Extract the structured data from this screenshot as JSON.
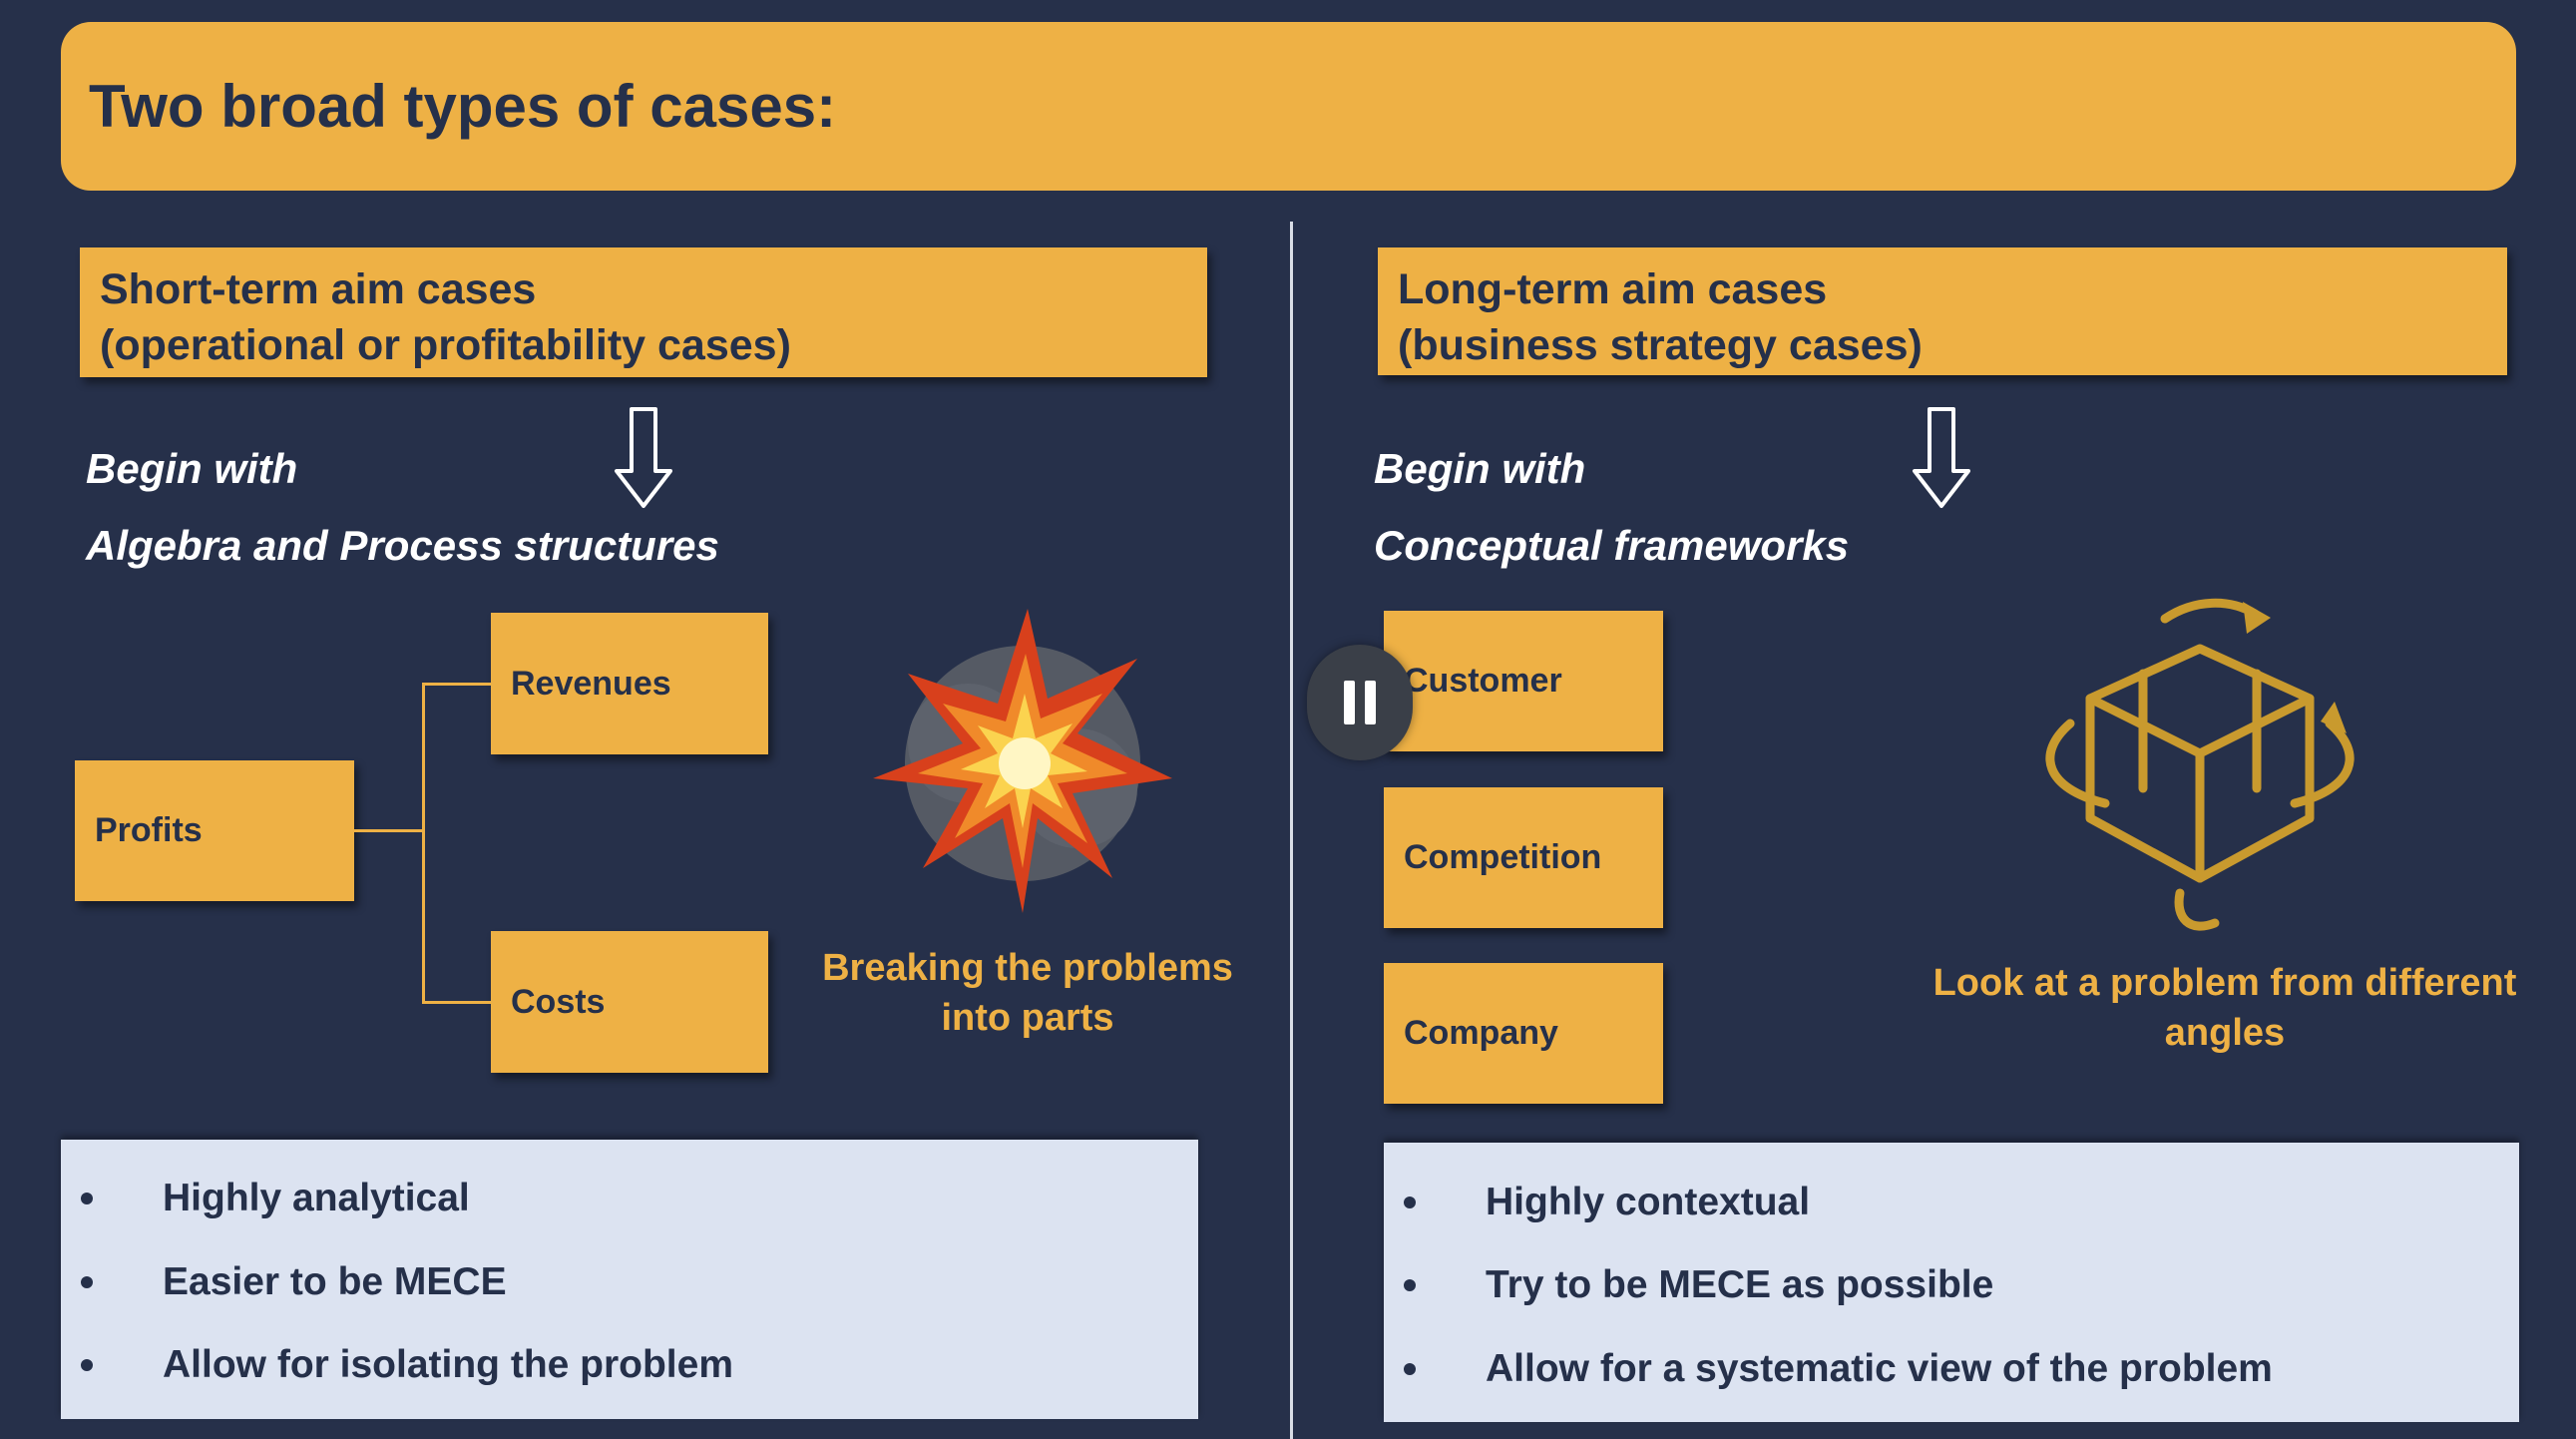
{
  "slide": {
    "title": "Two broad types of cases:"
  },
  "left": {
    "header_line1": "Short-term aim cases",
    "header_line2": "(operational or profitability cases)",
    "begin_line1": "Begin with",
    "begin_line2": "Algebra and Process structures",
    "tree": {
      "root": "Profits",
      "top": "Revenues",
      "bottom": "Costs"
    },
    "caption_line1": "Breaking the problems",
    "caption_line2": "into parts",
    "bullets": [
      "Highly analytical",
      "Easier to be MECE",
      "Allow for isolating the problem"
    ]
  },
  "right": {
    "header_line1": "Long-term aim cases",
    "header_line2": "(business strategy cases)",
    "begin_line1": "Begin with",
    "begin_line2": "Conceptual frameworks",
    "frameworks": [
      "Customer",
      "Competition",
      "Company"
    ],
    "caption_line1": "Look at a problem from different",
    "caption_line2": "angles",
    "bullets": [
      "Highly contextual",
      "Try to be MECE as possible",
      "Allow for a systematic view of the problem"
    ]
  },
  "icons": {
    "explosion": "explosion-icon",
    "rotating_cube": "rotating-cube-icon",
    "pause": "pause-icon",
    "down_arrow": "down-arrow-icon"
  },
  "colors": {
    "background": "#26304a",
    "accent": "#eeb145",
    "bullet_panel": "#dce3f1"
  }
}
